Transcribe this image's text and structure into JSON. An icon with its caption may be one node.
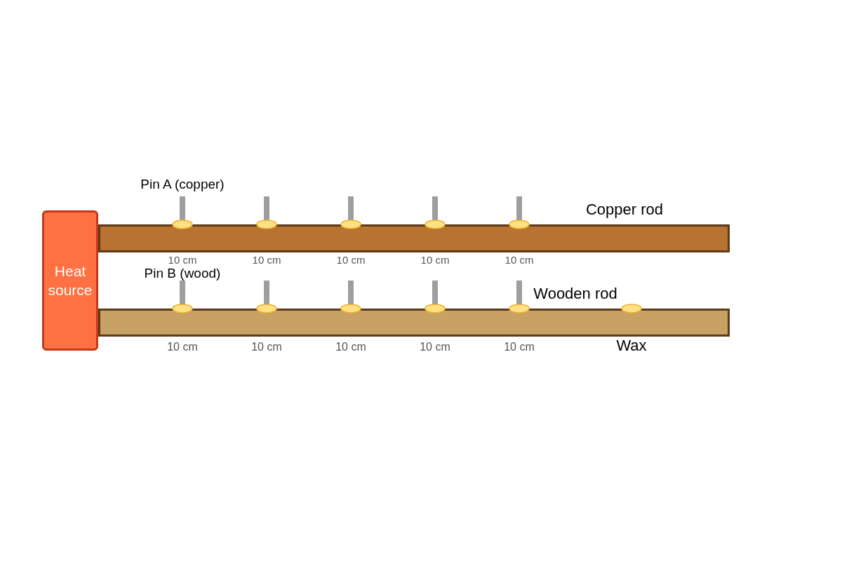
{
  "diagram": {
    "nodes": [
      {
        "text": [
          "Heat source"
        ]
      },
      {
        "text": [
          "Copper rod"
        ]
      },
      {
        "text": [
          "Wooden rod"
        ]
      }
    ],
    "labels": [
      "Pin A (copper)",
      "10 cm",
      "10 cm",
      "10 cm",
      "10 cm",
      "10 cm",
      "Pin B (wood)",
      "10 cm",
      "10 cm",
      "10 cm",
      "10 cm",
      "10 cm",
      "Wax"
    ]
  }
}
